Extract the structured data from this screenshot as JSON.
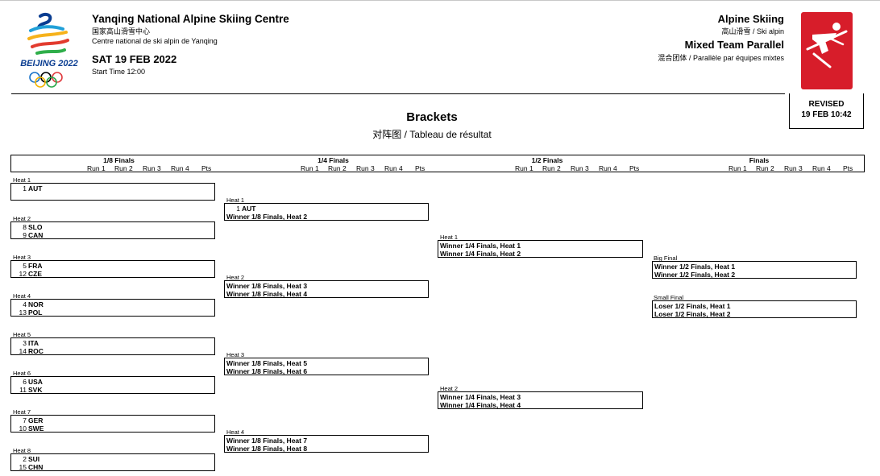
{
  "header": {
    "venue": "Yanqing National Alpine Skiing Centre",
    "venue_cn": "国家高山滑雪中心",
    "venue_fr": "Centre national de ski alpin de Yanqing",
    "date": "SAT 19 FEB 2022",
    "start_time": "Start Time 12:00",
    "games_logo_text": "BEIJING 2022",
    "sport": "Alpine Skiing",
    "sport_cn": "高山滑雪 / ",
    "sport_fr": "Ski alpin",
    "event": "Mixed Team Parallel",
    "event_cn": "混合团体 / ",
    "event_fr": "Parallèle par équipes mixtes",
    "sport_icon": "alpine-skier-pictogram",
    "revised_label": "REVISED",
    "revised_time": "19 FEB  10:42"
  },
  "page": {
    "title": "Brackets",
    "subtitle": "对阵图 / Tableau de résultat"
  },
  "rounds": [
    {
      "name": "1/8 Finals",
      "cols": [
        "Run 1",
        "Run 2",
        "Run 3",
        "Run 4",
        "Pts"
      ]
    },
    {
      "name": "1/4 Finals",
      "cols": [
        "Run 1",
        "Run 2",
        "Run 3",
        "Run 4",
        "Pts"
      ]
    },
    {
      "name": "1/2 Finals",
      "cols": [
        "Run 1",
        "Run 2",
        "Run 3",
        "Run 4",
        "Pts"
      ]
    },
    {
      "name": "Finals",
      "cols": [
        "Run 1",
        "Run 2",
        "Run 3",
        "Run 4",
        "Pts"
      ]
    }
  ],
  "eighth": [
    {
      "label": "Heat 1",
      "lines": [
        {
          "seed": "1",
          "team": "AUT"
        },
        {
          "seed": "",
          "team": ""
        }
      ]
    },
    {
      "label": "Heat 2",
      "lines": [
        {
          "seed": "8",
          "team": "SLO"
        },
        {
          "seed": "9",
          "team": "CAN"
        }
      ]
    },
    {
      "label": "Heat 3",
      "lines": [
        {
          "seed": "5",
          "team": "FRA"
        },
        {
          "seed": "12",
          "team": "CZE"
        }
      ]
    },
    {
      "label": "Heat 4",
      "lines": [
        {
          "seed": "4",
          "team": "NOR"
        },
        {
          "seed": "13",
          "team": "POL"
        }
      ]
    },
    {
      "label": "Heat 5",
      "lines": [
        {
          "seed": "3",
          "team": "ITA"
        },
        {
          "seed": "14",
          "team": "ROC"
        }
      ]
    },
    {
      "label": "Heat 6",
      "lines": [
        {
          "seed": "6",
          "team": "USA"
        },
        {
          "seed": "11",
          "team": "SVK"
        }
      ]
    },
    {
      "label": "Heat 7",
      "lines": [
        {
          "seed": "7",
          "team": "GER"
        },
        {
          "seed": "10",
          "team": "SWE"
        }
      ]
    },
    {
      "label": "Heat 8",
      "lines": [
        {
          "seed": "2",
          "team": "SUI"
        },
        {
          "seed": "15",
          "team": "CHN"
        }
      ]
    }
  ],
  "quarter": [
    {
      "label": "Heat 1",
      "lines": [
        {
          "seed": "1",
          "team": "AUT"
        },
        {
          "seed": "",
          "team": "Winner 1/8 Finals, Heat 2"
        }
      ]
    },
    {
      "label": "Heat 2",
      "lines": [
        {
          "seed": "",
          "team": "Winner 1/8 Finals, Heat 3"
        },
        {
          "seed": "",
          "team": "Winner 1/8 Finals, Heat 4"
        }
      ]
    },
    {
      "label": "Heat 3",
      "lines": [
        {
          "seed": "",
          "team": "Winner 1/8 Finals, Heat 5"
        },
        {
          "seed": "",
          "team": "Winner 1/8 Finals, Heat 6"
        }
      ]
    },
    {
      "label": "Heat 4",
      "lines": [
        {
          "seed": "",
          "team": "Winner 1/8 Finals, Heat 7"
        },
        {
          "seed": "",
          "team": "Winner 1/8 Finals, Heat 8"
        }
      ]
    }
  ],
  "semi": [
    {
      "label": "Heat 1",
      "lines": [
        {
          "seed": "",
          "team": "Winner 1/4 Finals, Heat 1"
        },
        {
          "seed": "",
          "team": "Winner 1/4 Finals, Heat 2"
        }
      ]
    },
    {
      "label": "Heat 2",
      "lines": [
        {
          "seed": "",
          "team": "Winner 1/4 Finals, Heat 3"
        },
        {
          "seed": "",
          "team": "Winner 1/4 Finals, Heat 4"
        }
      ]
    }
  ],
  "finals": [
    {
      "label": "Big Final",
      "lines": [
        {
          "seed": "",
          "team": "Winner 1/2 Finals, Heat 1"
        },
        {
          "seed": "",
          "team": "Winner 1/2 Finals, Heat 2"
        }
      ]
    },
    {
      "label": "Small Final",
      "lines": [
        {
          "seed": "",
          "team": "Loser 1/2 Finals, Heat 1"
        },
        {
          "seed": "",
          "team": "Loser 1/2 Finals, Heat 2"
        }
      ]
    }
  ]
}
